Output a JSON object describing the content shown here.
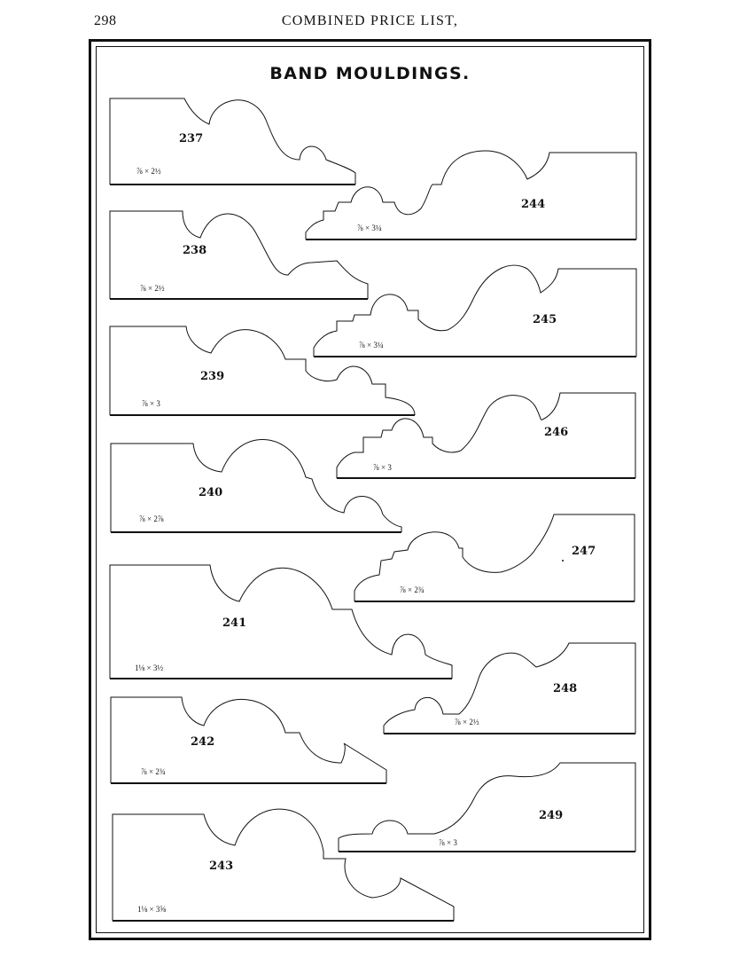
{
  "header": {
    "page_number": "298",
    "running_head": "COMBINED PRICE LIST,"
  },
  "plate": {
    "title": "BAND MOULDINGS."
  },
  "mouldings": [
    {
      "number": "237",
      "size": "⅞ × 2½"
    },
    {
      "number": "238",
      "size": "⅞ × 2½"
    },
    {
      "number": "239",
      "size": "⅞ × 3"
    },
    {
      "number": "240",
      "size": "⅞ × 2⅞"
    },
    {
      "number": "241",
      "size": "1⅛ × 3½"
    },
    {
      "number": "242",
      "size": "⅞ × 2¾"
    },
    {
      "number": "243",
      "size": "1⅛ × 3⅝"
    },
    {
      "number": "244",
      "size": "⅞ × 3¼"
    },
    {
      "number": "245",
      "size": "⅞ × 3¼"
    },
    {
      "number": "246",
      "size": "⅞ × 3"
    },
    {
      "number": "247",
      "size": "⅞ × 2¾"
    },
    {
      "number": "248",
      "size": "⅞ × 2½"
    },
    {
      "number": "249",
      "size": "⅞ × 3"
    }
  ]
}
